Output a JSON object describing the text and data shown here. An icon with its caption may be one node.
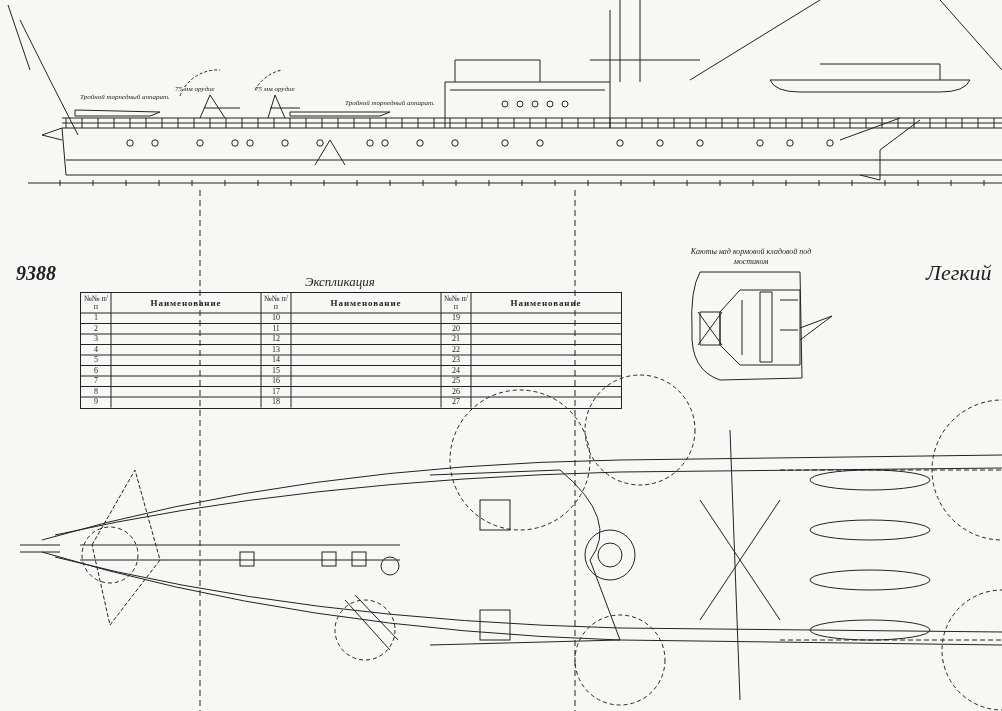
{
  "diagram": {
    "title": "Легкий",
    "labels": [
      "Тройной торпедный аппарат.",
      "75 мм орудие",
      "75 мм орудие",
      "Тройной торпедный аппарат.",
      "9388",
      "Экспликация",
      "Каюты над кормовой кладовой под мостиком",
      "№№ п/п",
      "Наименование",
      "№№ п/п",
      "Наименование",
      "№№ п/п",
      "Наименование",
      "1",
      "10",
      "19",
      "2",
      "11",
      "20",
      "3",
      "12",
      "21",
      "4",
      "13",
      "22",
      "5",
      "14",
      "23",
      "6",
      "15",
      "24",
      "7",
      "16",
      "25",
      "8",
      "17",
      "26",
      "9",
      "18",
      "27"
    ]
  }
}
